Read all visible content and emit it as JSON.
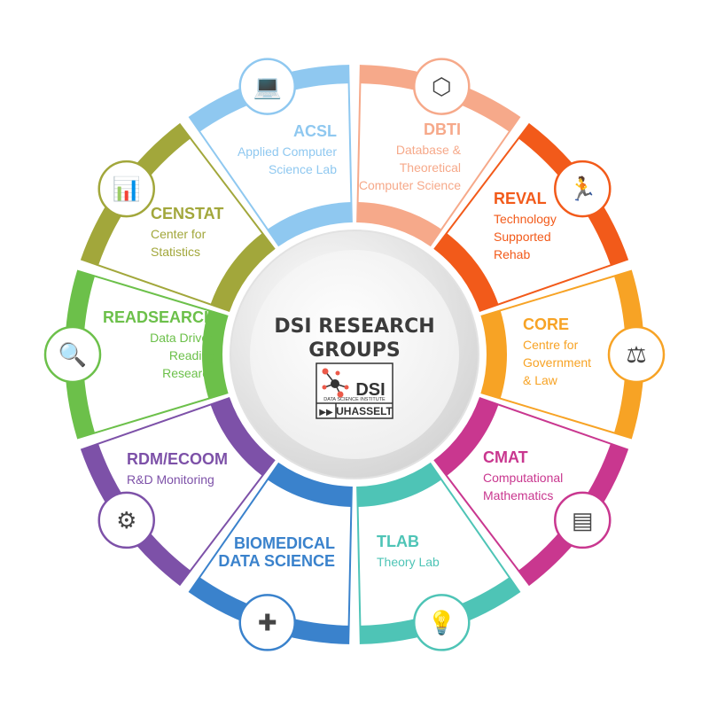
{
  "center": {
    "title_line1": "DSI RESEARCH",
    "title_line2": "GROUPS",
    "logo": {
      "name": "DSI",
      "tagline": "DATA SCIENCE INSTITUTE",
      "university": "UHASSELT"
    }
  },
  "groups": [
    {
      "title": "DBTI",
      "lines": [
        "Database &",
        "Theoretical",
        "Computer Science"
      ],
      "color": "#f6a98a",
      "icon": "network-cube-icon"
    },
    {
      "title": "REVAL",
      "lines": [
        "Technology",
        "Supported",
        "Rehab"
      ],
      "color": "#f25a1a",
      "icon": "rehab-exercise-icon"
    },
    {
      "title": "CORE",
      "lines": [
        "Centre for",
        "Government",
        "& Law"
      ],
      "color": "#f7a325",
      "icon": "scales-of-justice-icon"
    },
    {
      "title": "CMAT",
      "lines": [
        "Computational",
        "Mathematics"
      ],
      "color": "#c9378f",
      "icon": "monitor-chart-icon"
    },
    {
      "title": "TLAB",
      "lines": [
        "Theory Lab"
      ],
      "color": "#4ec4b6",
      "icon": "lightbulb-book-icon"
    },
    {
      "title": "BIOMEDICAL",
      "lines": [
        "DATA SCIENCE"
      ],
      "color": "#3a82cc",
      "icon": "dna-medical-icon"
    },
    {
      "title": "RDM/ECOOM",
      "lines": [
        "R&D Monitoring"
      ],
      "color": "#7d51a8",
      "icon": "gears-magnifier-icon"
    },
    {
      "title": "READSEARCH",
      "lines": [
        "Data Driven",
        "Reading",
        "Research"
      ],
      "color": "#6cc04a",
      "icon": "document-magnifier-icon"
    },
    {
      "title": "CENSTAT",
      "lines": [
        "Center for",
        "Statistics"
      ],
      "color": "#a2a73b",
      "icon": "statistics-chart-icon"
    },
    {
      "title": "ACSL",
      "lines": [
        "Applied Computer",
        "Science Lab"
      ],
      "color": "#8fc8f0",
      "icon": "laptop-code-icon"
    }
  ]
}
